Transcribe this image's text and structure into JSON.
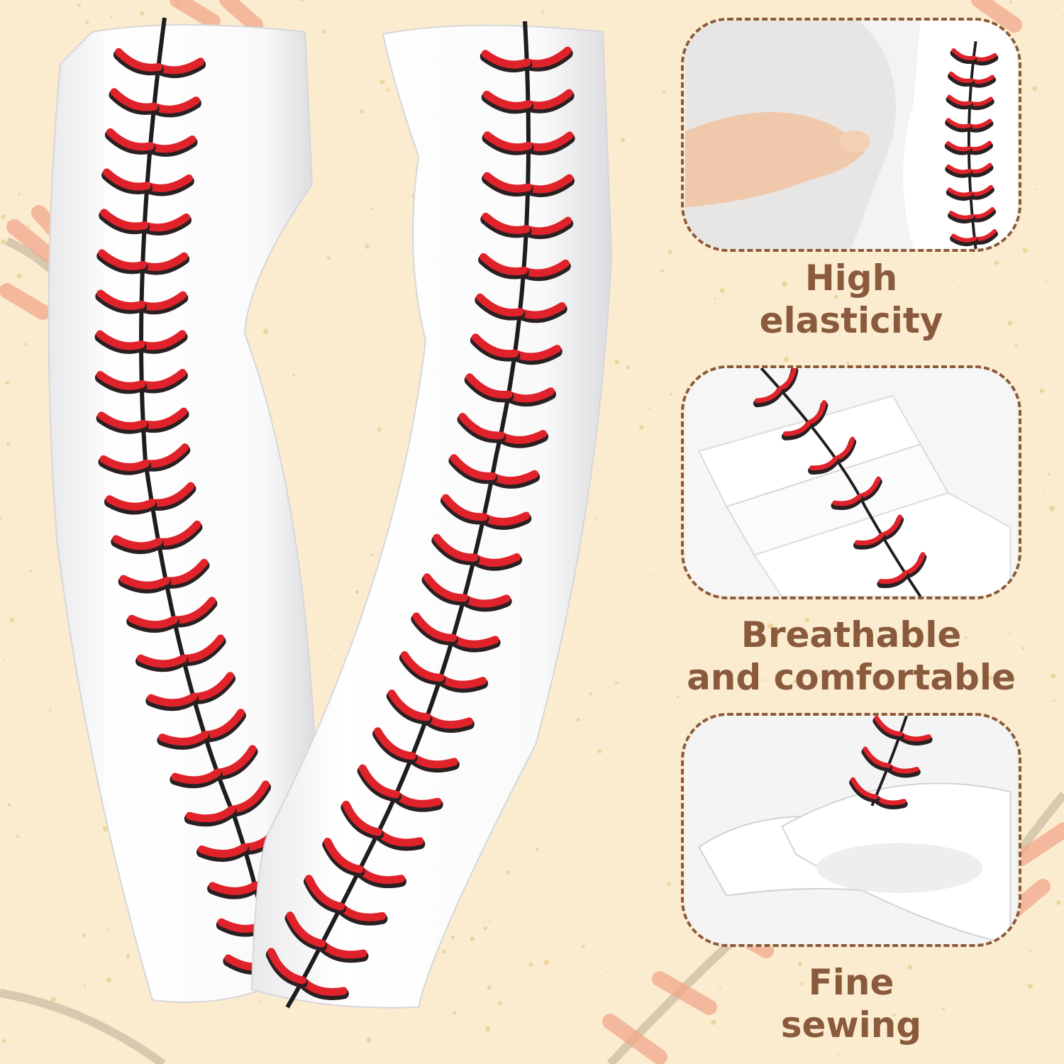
{
  "features": [
    {
      "line1": "High",
      "line2": "elasticity"
    },
    {
      "line1": "Breathable",
      "line2": "and comfortable"
    },
    {
      "line1": "Fine",
      "line2": "sewing"
    }
  ],
  "colors": {
    "background": "#fbecd0",
    "caption": "#8a5a3c",
    "stitch_red": "#e0222a",
    "stitch_shadow": "#2a2022",
    "seam": "#1d1d1f",
    "fabric": "#ffffff"
  }
}
